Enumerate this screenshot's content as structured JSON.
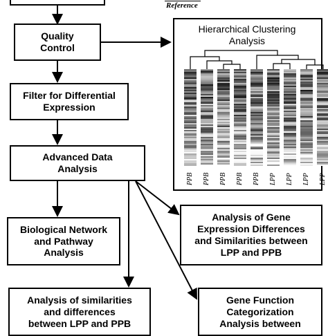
{
  "reference_label": "Reference",
  "boxes": {
    "quality_control": [
      "Quality",
      "Control"
    ],
    "filter": [
      "Filter for Differential",
      "Expression"
    ],
    "advanced": [
      "Advanced Data",
      "Analysis"
    ],
    "bio_network": [
      "Biological Network",
      "and Pathway",
      "Analysis"
    ],
    "gene_expr": [
      "Analysis of Gene",
      "Expression Differences",
      "and Similarities between",
      "LPP and PPB"
    ],
    "similarities": [
      "Analysis of similarities",
      "and differences",
      "between LPP and PPB"
    ],
    "gene_function": [
      "Gene Function",
      "Categorization",
      "Analysis between"
    ]
  },
  "clustering": {
    "title": [
      "Hierarchical Clustering",
      "Analysis"
    ],
    "columns": [
      "PPB",
      "PPB",
      "PPB",
      "PPB",
      "PPB",
      "LPP",
      "LPP",
      "LPP",
      "LPP"
    ]
  }
}
